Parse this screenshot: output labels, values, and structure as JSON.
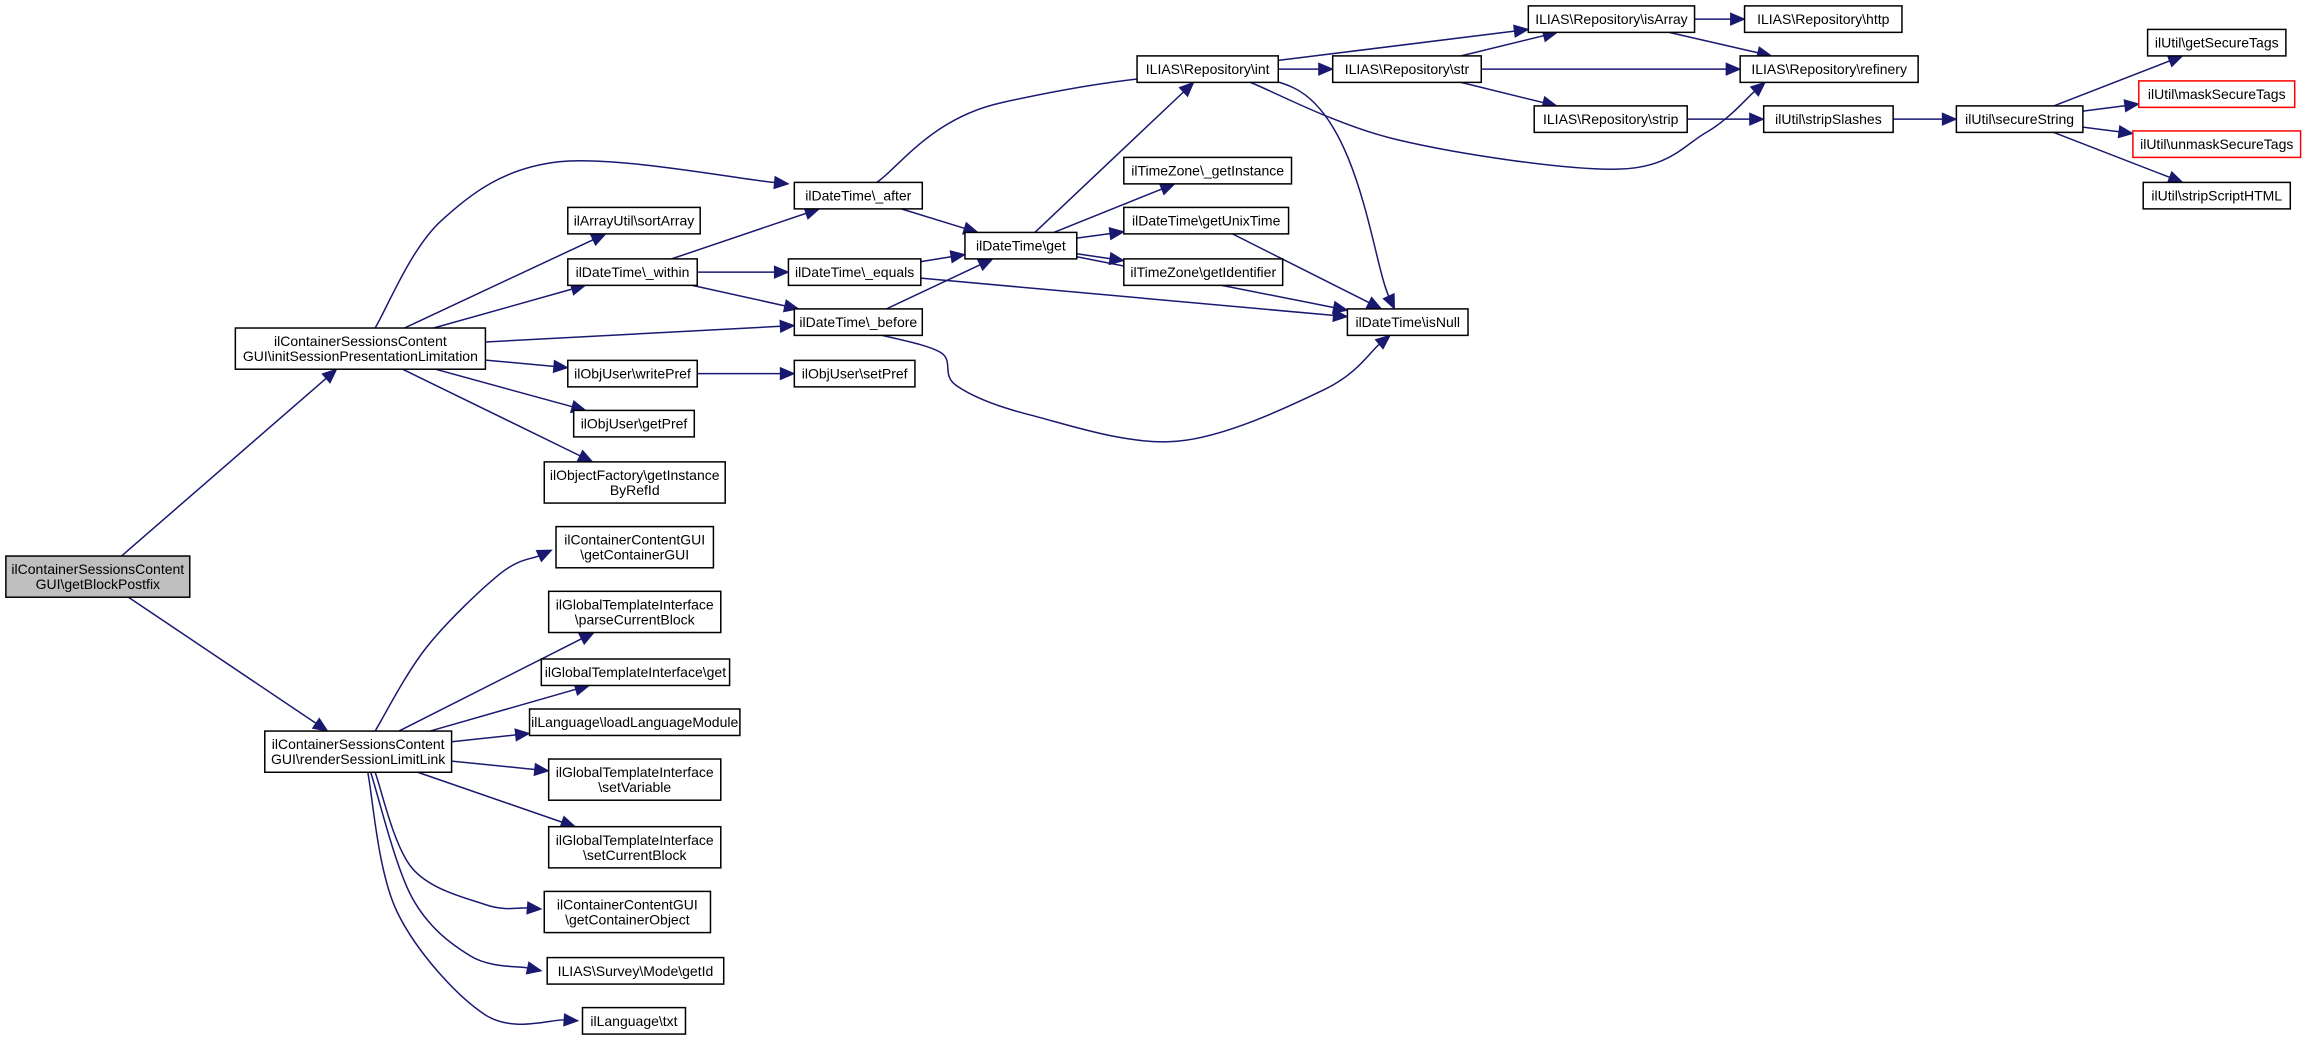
{
  "diagram": {
    "colors": {
      "edge": "#191970",
      "root_fill": "#bfbfbf",
      "node_border": "#000000",
      "truncated_border": "#ff0000"
    },
    "nodes": [
      {
        "id": "root",
        "lines": [
          "ilContainerSessionsContent",
          "GUI\\getBlockPostfix"
        ],
        "style": "root"
      },
      {
        "id": "initSPL",
        "lines": [
          "ilContainerSessionsContent",
          "GUI\\initSessionPresentationLimitation"
        ]
      },
      {
        "id": "renderSLL",
        "lines": [
          "ilContainerSessionsContent",
          "GUI\\renderSessionLimitLink"
        ]
      },
      {
        "id": "sortArray",
        "lines": [
          "ilArrayUtil\\sortArray"
        ]
      },
      {
        "id": "within",
        "lines": [
          "ilDateTime\\_within"
        ]
      },
      {
        "id": "writePref",
        "lines": [
          "ilObjUser\\writePref"
        ]
      },
      {
        "id": "getPref",
        "lines": [
          "ilObjUser\\getPref"
        ]
      },
      {
        "id": "getInstanceByRefId",
        "lines": [
          "ilObjectFactory\\getInstance",
          "ByRefId"
        ]
      },
      {
        "id": "after",
        "lines": [
          "ilDateTime\\_after"
        ]
      },
      {
        "id": "equals",
        "lines": [
          "ilDateTime\\_equals"
        ]
      },
      {
        "id": "before",
        "lines": [
          "ilDateTime\\_before"
        ]
      },
      {
        "id": "setPref",
        "lines": [
          "ilObjUser\\setPref"
        ]
      },
      {
        "id": "dtget",
        "lines": [
          "ilDateTime\\get"
        ]
      },
      {
        "id": "repoInt",
        "lines": [
          "ILIAS\\Repository\\int"
        ]
      },
      {
        "id": "tzGetInstance",
        "lines": [
          "ilTimeZone\\_getInstance"
        ]
      },
      {
        "id": "getUnixTime",
        "lines": [
          "ilDateTime\\getUnixTime"
        ]
      },
      {
        "id": "tzGetIdentifier",
        "lines": [
          "ilTimeZone\\getIdentifier"
        ]
      },
      {
        "id": "isNull",
        "lines": [
          "ilDateTime\\isNull"
        ]
      },
      {
        "id": "repoStr",
        "lines": [
          "ILIAS\\Repository\\str"
        ]
      },
      {
        "id": "repoIsArray",
        "lines": [
          "ILIAS\\Repository\\isArray"
        ]
      },
      {
        "id": "repoStrip",
        "lines": [
          "ILIAS\\Repository\\strip"
        ]
      },
      {
        "id": "repoHttp",
        "lines": [
          "ILIAS\\Repository\\http"
        ]
      },
      {
        "id": "repoRefinery",
        "lines": [
          "ILIAS\\Repository\\refinery"
        ]
      },
      {
        "id": "stripSlashes",
        "lines": [
          "ilUtil\\stripSlashes"
        ]
      },
      {
        "id": "secureString",
        "lines": [
          "ilUtil\\secureString"
        ]
      },
      {
        "id": "getSecureTags",
        "lines": [
          "ilUtil\\getSecureTags"
        ]
      },
      {
        "id": "maskSecureTags",
        "lines": [
          "ilUtil\\maskSecureTags"
        ],
        "style": "red"
      },
      {
        "id": "unmaskSecureTags",
        "lines": [
          "ilUtil\\unmaskSecureTags"
        ],
        "style": "red"
      },
      {
        "id": "stripScriptHTML",
        "lines": [
          "ilUtil\\stripScriptHTML"
        ]
      },
      {
        "id": "getContainerGUI",
        "lines": [
          "ilContainerContentGUI",
          "\\getContainerGUI"
        ]
      },
      {
        "id": "parseCurrentBlock",
        "lines": [
          "ilGlobalTemplateInterface",
          "\\parseCurrentBlock"
        ]
      },
      {
        "id": "gtiGet",
        "lines": [
          "ilGlobalTemplateInterface\\get"
        ]
      },
      {
        "id": "loadLanguageModule",
        "lines": [
          "ilLanguage\\loadLanguageModule"
        ]
      },
      {
        "id": "setVariable",
        "lines": [
          "ilGlobalTemplateInterface",
          "\\setVariable"
        ]
      },
      {
        "id": "setCurrentBlock",
        "lines": [
          "ilGlobalTemplateInterface",
          "\\setCurrentBlock"
        ]
      },
      {
        "id": "getContainerObject",
        "lines": [
          "ilContainerContentGUI",
          "\\getContainerObject"
        ]
      },
      {
        "id": "surveyGetId",
        "lines": [
          "ILIAS\\Survey\\Mode\\getId"
        ]
      },
      {
        "id": "txt",
        "lines": [
          "ilLanguage\\txt"
        ]
      }
    ],
    "edges": [
      [
        "root",
        "initSPL"
      ],
      [
        "root",
        "renderSLL"
      ],
      [
        "initSPL",
        "after"
      ],
      [
        "initSPL",
        "sortArray"
      ],
      [
        "initSPL",
        "within"
      ],
      [
        "initSPL",
        "before"
      ],
      [
        "initSPL",
        "writePref"
      ],
      [
        "initSPL",
        "getPref"
      ],
      [
        "initSPL",
        "getInstanceByRefId"
      ],
      [
        "within",
        "after"
      ],
      [
        "within",
        "equals"
      ],
      [
        "within",
        "before"
      ],
      [
        "writePref",
        "setPref"
      ],
      [
        "after",
        "dtget"
      ],
      [
        "after",
        "isNull"
      ],
      [
        "equals",
        "dtget"
      ],
      [
        "equals",
        "isNull"
      ],
      [
        "before",
        "dtget"
      ],
      [
        "before",
        "isNull"
      ],
      [
        "dtget",
        "repoInt"
      ],
      [
        "dtget",
        "tzGetInstance"
      ],
      [
        "dtget",
        "getUnixTime"
      ],
      [
        "dtget",
        "tzGetIdentifier"
      ],
      [
        "dtget",
        "isNull"
      ],
      [
        "getUnixTime",
        "isNull"
      ],
      [
        "repoInt",
        "repoIsArray"
      ],
      [
        "repoInt",
        "repoStr"
      ],
      [
        "repoInt",
        "repoRefinery"
      ],
      [
        "repoStr",
        "repoIsArray"
      ],
      [
        "repoStr",
        "repoRefinery"
      ],
      [
        "repoStr",
        "repoStrip"
      ],
      [
        "repoIsArray",
        "repoHttp"
      ],
      [
        "repoIsArray",
        "repoRefinery"
      ],
      [
        "repoStrip",
        "stripSlashes"
      ],
      [
        "stripSlashes",
        "secureString"
      ],
      [
        "secureString",
        "getSecureTags"
      ],
      [
        "secureString",
        "maskSecureTags"
      ],
      [
        "secureString",
        "unmaskSecureTags"
      ],
      [
        "secureString",
        "stripScriptHTML"
      ],
      [
        "renderSLL",
        "getContainerGUI"
      ],
      [
        "renderSLL",
        "parseCurrentBlock"
      ],
      [
        "renderSLL",
        "gtiGet"
      ],
      [
        "renderSLL",
        "loadLanguageModule"
      ],
      [
        "renderSLL",
        "setVariable"
      ],
      [
        "renderSLL",
        "setCurrentBlock"
      ],
      [
        "renderSLL",
        "getContainerObject"
      ],
      [
        "renderSLL",
        "surveyGetId"
      ],
      [
        "renderSLL",
        "txt"
      ]
    ]
  }
}
